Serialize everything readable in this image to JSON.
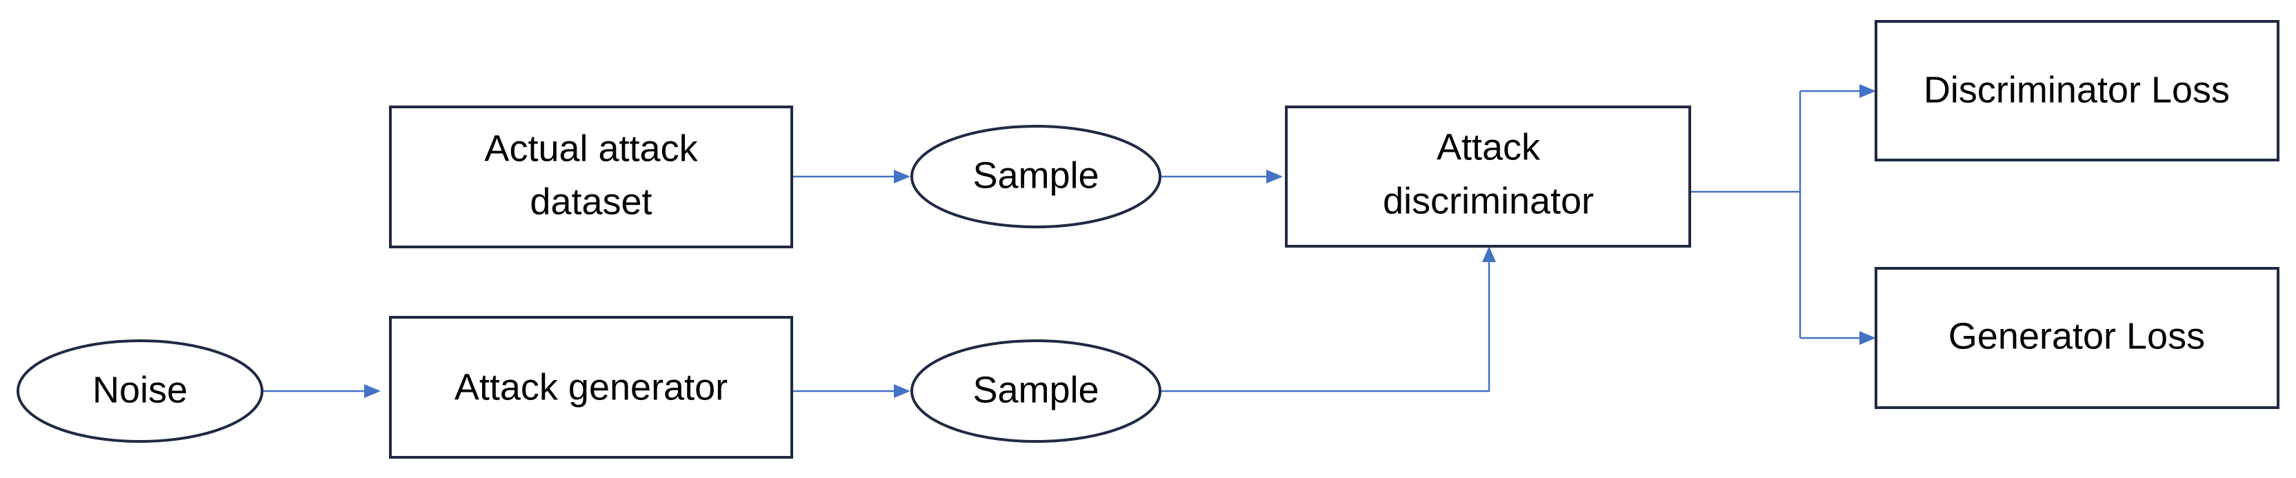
{
  "diagram": {
    "colors": {
      "edge": "#4472c4",
      "node_border": "#1f2a44",
      "text": "#000000",
      "background": "#ffffff"
    },
    "nodes": {
      "actual_dataset": {
        "lines": [
          "Actual attack",
          "dataset"
        ],
        "shape": "rectangle"
      },
      "sample_top": {
        "lines": [
          "Sample"
        ],
        "shape": "ellipse"
      },
      "discriminator": {
        "lines": [
          "Attack",
          "discriminator"
        ],
        "shape": "rectangle"
      },
      "discriminator_loss": {
        "lines": [
          "Discriminator Loss"
        ],
        "shape": "rectangle"
      },
      "generator_loss": {
        "lines": [
          "Generator Loss"
        ],
        "shape": "rectangle"
      },
      "noise": {
        "lines": [
          "Noise"
        ],
        "shape": "ellipse"
      },
      "generator": {
        "lines": [
          "Attack generator"
        ],
        "shape": "rectangle"
      },
      "sample_bottom": {
        "lines": [
          "Sample"
        ],
        "shape": "ellipse"
      }
    },
    "edges": [
      {
        "from": "actual_dataset",
        "to": "sample_top"
      },
      {
        "from": "sample_top",
        "to": "discriminator"
      },
      {
        "from": "noise",
        "to": "generator"
      },
      {
        "from": "generator",
        "to": "sample_bottom"
      },
      {
        "from": "sample_bottom",
        "to": "discriminator"
      },
      {
        "from": "discriminator",
        "to": "discriminator_loss"
      },
      {
        "from": "discriminator",
        "to": "generator_loss"
      }
    ]
  }
}
